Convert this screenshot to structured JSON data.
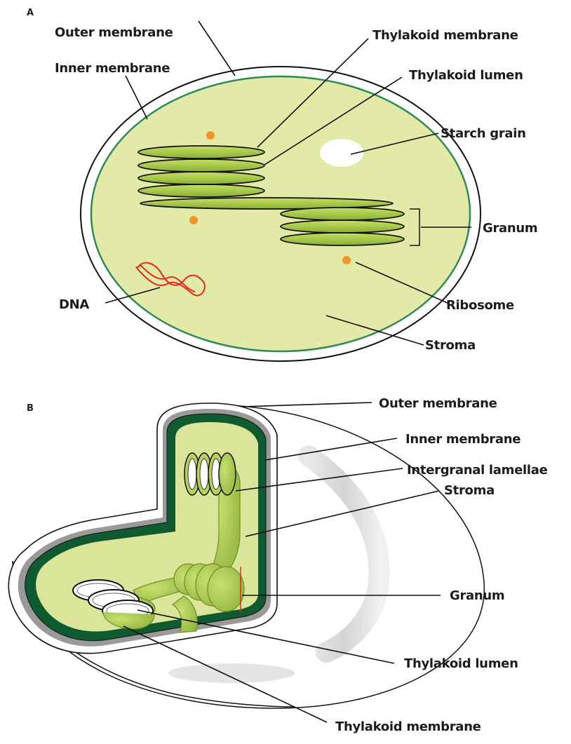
{
  "panels": [
    {
      "letter": "A",
      "labels": {
        "outer_membrane": "Outer membrane",
        "inner_membrane": "Inner membrane",
        "thylakoid_membrane": "Thylakoid membrane",
        "thylakoid_lumen": "Thylakoid lumen",
        "starch_grain": "Starch grain",
        "granum": "Granum",
        "dna": "DNA",
        "ribosome": "Ribosome",
        "stroma": "Stroma"
      }
    },
    {
      "letter": "B",
      "labels": {
        "outer_membrane": "Outer membrane",
        "inner_membrane": "Inner membrane",
        "intergranal_lamellae": "Intergranal lamellae",
        "stroma": "Stroma",
        "granum": "Granum",
        "thylakoid_lumen": "Thylakoid lumen",
        "thylakoid_membrane": "Thylakoid membrane"
      }
    }
  ],
  "colors": {
    "stroma": "#e3e9a6",
    "inner_membrane": "#2e8b57",
    "thylakoid": "#a8c94a",
    "ribosome": "#f0962a",
    "dna": "#e02a1c",
    "dark_green": "#0f5a2e"
  }
}
